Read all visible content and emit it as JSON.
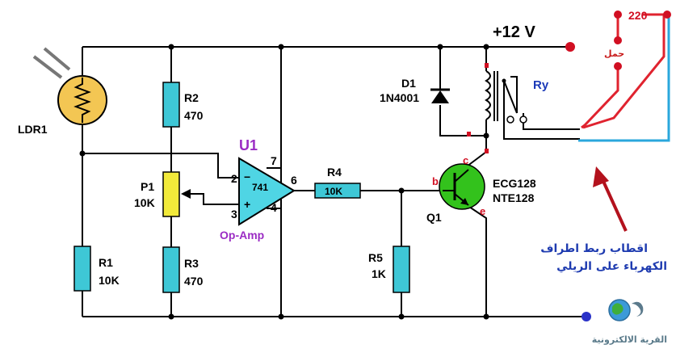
{
  "supply_label": "+12 V",
  "mains_label": "220",
  "load_label": "حمل",
  "ldr_label": "LDR1",
  "r1_name": "R1",
  "r1_value": "10K",
  "r2_name": "R2",
  "r2_value": "470",
  "r3_name": "R3",
  "r3_value": "470",
  "r4_name": "R4",
  "r4_value": "10K",
  "r5_name": "R5",
  "r5_value": "1K",
  "p1_name": "P1",
  "p1_value": "10K",
  "u1_name": "U1",
  "u1_chip": "741",
  "u1_type": "Op-Amp",
  "pin2": "2",
  "pin3": "3",
  "pin4": "4",
  "pin6": "6",
  "pin7": "7",
  "minus_sign": "−",
  "plus_sign": "+",
  "d1_name": "D1",
  "d1_part": "1N4001",
  "q1_name": "Q1",
  "q1_part1": "ECG128",
  "q1_part2": "NTE128",
  "q1_b": "b",
  "q1_c": "c",
  "q1_e": "e",
  "ry_label": "Ry",
  "note_line1": "اقطاب ربط اطراف",
  "note_line2": "الكهرباء على الريلي",
  "logo_text": "القرية الالكترونية",
  "colors": {
    "wire": "#000000",
    "resistor": "#3ec7d6",
    "pot": "#f2ea3a",
    "ldr": "#f3c653",
    "opamp": "#4fd5e4",
    "opamp_label": "#9b2cc4",
    "transistor": "#33c21c",
    "terminal_red": "#d10f22",
    "mains_wire": "#e0232f",
    "neutral_wire": "#2aa7dc",
    "note_text": "#1e3bb0",
    "arrow": "#b3121d",
    "load_text": "#c81b1b",
    "ry_text": "#1c3ab8"
  }
}
